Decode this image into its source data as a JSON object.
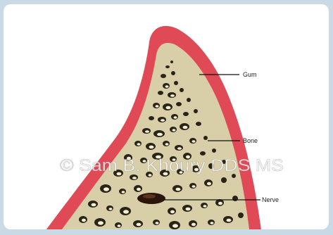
{
  "labels": {
    "gum": "Gum",
    "bone": "Bone",
    "nerve": "Nerve"
  },
  "watermark": "© Sam B. Khoury DDS MS",
  "colors": {
    "frame": "#c9d9e6",
    "gum": "#e04a57",
    "bone": "#d8cfa8",
    "pore": "#2a2318",
    "pore_highlight": "#f4efd0",
    "nerve": "#2b140a"
  }
}
